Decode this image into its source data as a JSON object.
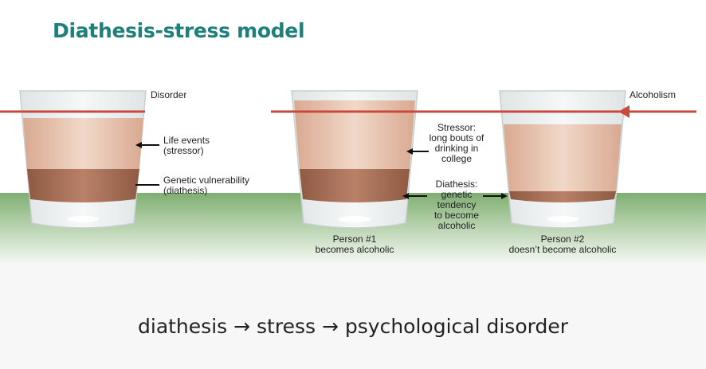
{
  "title": "Diathesis-stress model",
  "figure": {
    "labels": {
      "disorder": "Disorder",
      "alcoholism": "Alcoholism",
      "life_events": "Life events\n(stressor)",
      "genetic_vulnerability": "Genetic vulnerability\n(diathesis)",
      "stressor": "Stressor:\nlong bouts of\ndrinking in\ncollege",
      "diathesis": "Diathesis:\ngenetic\ntendency\nto become\nalcoholic",
      "person1": "Person #1\nbecomes alcoholic",
      "person2": "Person #2\ndoesn’t become alcoholic"
    },
    "colors": {
      "threshold_line": "#c94a3c",
      "ground": "#7fae72",
      "stress_liquid": "#e8c7b5",
      "diathesis_liquid": "#a8735a",
      "glass": "#e9eded"
    }
  },
  "equation": {
    "term1": "diathesis",
    "arrow": "→",
    "term2": "stress",
    "term3": "psychological disorder"
  }
}
